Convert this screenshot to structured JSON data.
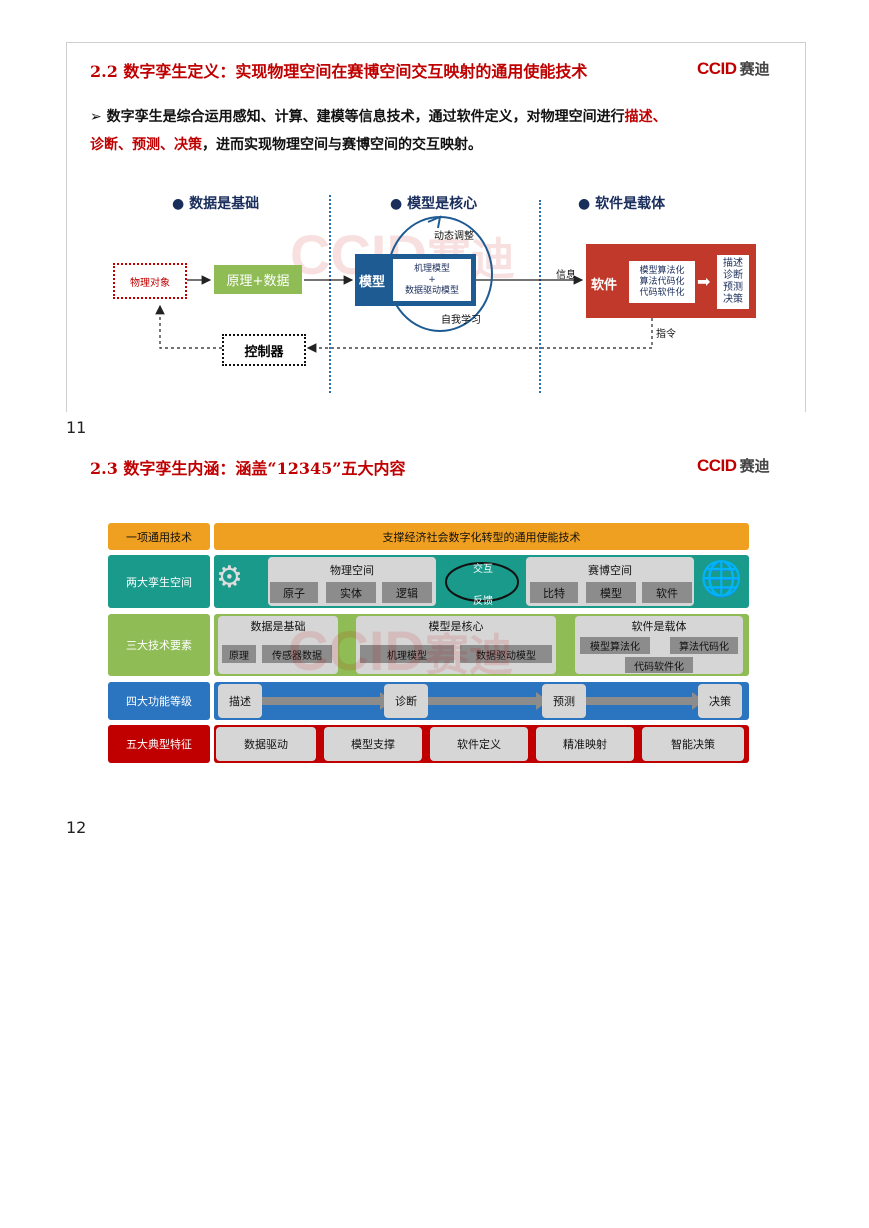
{
  "slide1": {
    "title": "2.2 数字孪生定义：实现物理空间在赛博空间交互映射的通用使能技术",
    "logo_en": "CCID",
    "logo_cn": "赛迪",
    "bullet_icon": "arrow-bullet-icon",
    "bullet_a": "数字孪生是综合运用感知、计算、建模等信息技术，通过软件定义，对物理空间进行",
    "bullet_red1": "描述、",
    "bullet_red2": "诊断、预测、决策",
    "bullet_b": "，进而实现物理空间与赛博空间的交互映射。",
    "pillars": [
      "数据是基础",
      "模型是核心",
      "软件是载体"
    ],
    "physical_object": "物理对象",
    "principle_data": "原理+数据",
    "model_label": "模型",
    "model_inner": [
      "机理模型",
      "+",
      "数据驱动模型"
    ],
    "dynamic_adjust": "动态调整",
    "self_learning": "自我学习",
    "info_label": "信息",
    "software_label": "软件",
    "software_inner": [
      "模型算法化",
      "算法代码化",
      "代码软件化"
    ],
    "outcomes": [
      "描述",
      "诊断",
      "预测",
      "决策"
    ],
    "command_label": "指令",
    "controller": "控制器",
    "watermark_en": "CCID",
    "watermark_cn": "赛迪"
  },
  "page_numbers": [
    "11",
    "12"
  ],
  "slide2": {
    "title": "2.3 数字孪生内涵：涵盖“12345”五大内容",
    "logo_en": "CCID",
    "logo_cn": "赛迪",
    "row1": {
      "label": "一项通用技术",
      "content": "支撑经济社会数字化转型的通用使能技术"
    },
    "row2": {
      "label": "两大孪生空间",
      "physical_title": "物理空间",
      "physical_items": [
        "原子",
        "实体",
        "逻辑"
      ],
      "cyber_title": "赛博空间",
      "cyber_items": [
        "比特",
        "模型",
        "软件"
      ],
      "interact": "交互",
      "feedback": "反馈"
    },
    "row3": {
      "label": "三大技术要素",
      "groups": [
        {
          "title": "数据是基础",
          "items": [
            "原理",
            "传感器数据"
          ]
        },
        {
          "title": "模型是核心",
          "items": [
            "机理模型",
            "数据驱动模型"
          ]
        },
        {
          "title": "软件是载体",
          "items": [
            "模型算法化",
            "算法代码化",
            "代码软件化"
          ]
        }
      ]
    },
    "row4": {
      "label": "四大功能等级",
      "items": [
        "描述",
        "诊断",
        "预测",
        "决策"
      ]
    },
    "row5": {
      "label": "五大典型特征",
      "items": [
        "数据驱动",
        "模型支撑",
        "软件定义",
        "精准映射",
        "智能决策"
      ]
    },
    "colors": {
      "orange": "#f0a020",
      "teal": "#1a9a8a",
      "green": "#8fbc54",
      "blue": "#2a74c0",
      "red": "#c00000"
    }
  }
}
